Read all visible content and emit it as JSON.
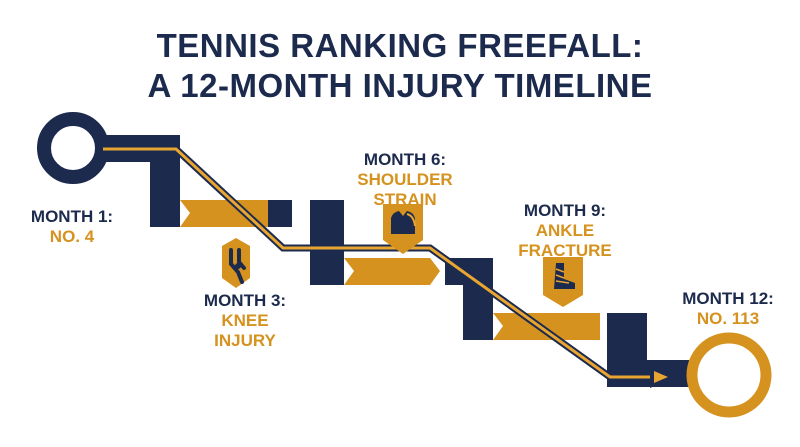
{
  "title": {
    "line1": "TENNIS RANKING FREEFALL:",
    "line2": "A 12-MONTH INJURY TIMELINE"
  },
  "colors": {
    "navy": "#1c2a4d",
    "gold": "#d6921e",
    "background": "#ffffff"
  },
  "milestones": [
    {
      "month": "MONTH 1:",
      "value": "NO. 4"
    },
    {
      "month": "MONTH 3:",
      "value_line1": "KNEE",
      "value_line2": "INJURY",
      "icon": "knee-icon"
    },
    {
      "month": "MONTH 6:",
      "value_line1": "SHOULDER",
      "value_line2": "STRAIN",
      "icon": "shoulder-icon"
    },
    {
      "month": "MONTH 9:",
      "value_line1": "ANKLE",
      "value_line2": "FRACTURE",
      "icon": "ankle-icon"
    },
    {
      "month": "MONTH 12:",
      "value": "NO. 113"
    }
  ]
}
